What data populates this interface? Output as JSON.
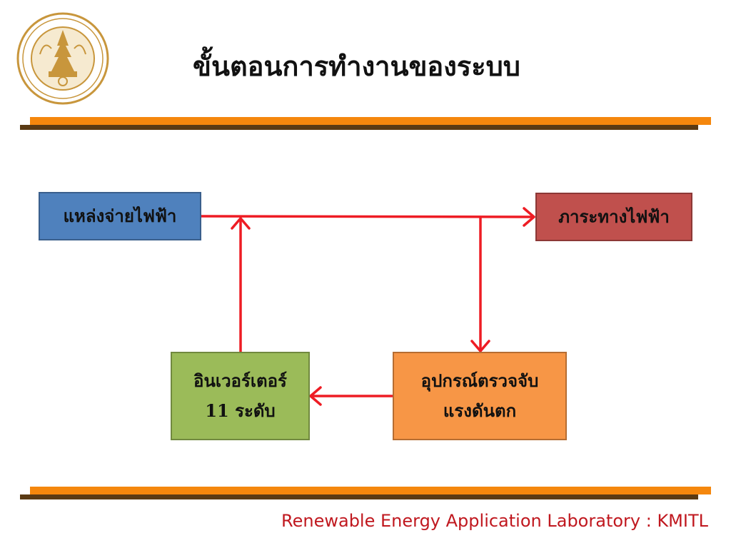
{
  "slide": {
    "title": "ขั้นตอนการทำงานของระบบ",
    "footer": "Renewable Energy Application Laboratory : KMITL"
  },
  "diagram": {
    "nodes": {
      "source": {
        "label": "แหล่งจ่ายไฟฟ้า",
        "color": "#4f81bd"
      },
      "load": {
        "label": "ภาระทางไฟฟ้า",
        "color": "#c0504d"
      },
      "inverter": {
        "lines": [
          "อินเวอร์เตอร์",
          "11 ระดับ"
        ],
        "color": "#9bbb59"
      },
      "detector": {
        "lines": [
          "อุปกรณ์ตรวจจับ",
          "แรงดันตก"
        ],
        "color": "#f79646"
      }
    },
    "edges": [
      {
        "from": "source",
        "to": "load"
      },
      {
        "from": "load-line",
        "to": "detector"
      },
      {
        "from": "detector",
        "to": "inverter"
      },
      {
        "from": "inverter",
        "to": "source-line"
      }
    ],
    "arrow_color": "#ee1c24"
  },
  "theme": {
    "accent_orange": "#f5870d",
    "accent_brown": "#5a3a14",
    "footer_color": "#c0181f"
  }
}
